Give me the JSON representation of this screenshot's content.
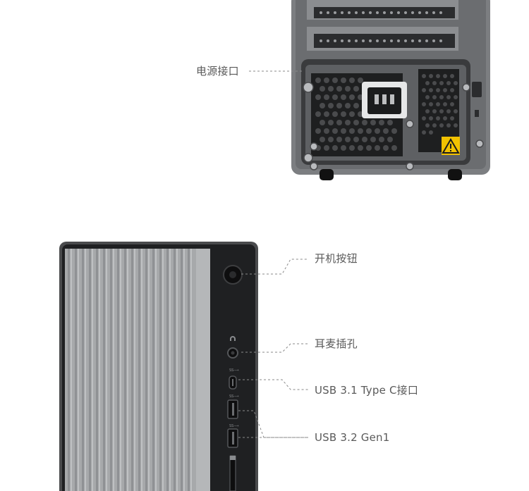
{
  "rear_callouts": {
    "power_port": "电源接口"
  },
  "front_callouts": {
    "power_button": "开机按钮",
    "headset_jack": "耳麦插孔",
    "usb_type_c": "USB 3.1 Type C接口",
    "usb_gen1": "USB 3.2 Gen1"
  },
  "colors": {
    "label_text": "#5a5a5a",
    "leader_line": "#8a8a8a",
    "chassis_dark": "#3a3b3d",
    "chassis_grey": "#7c7e81",
    "front_panel": "#a7a9ab",
    "warning_yellow": "#f2c200"
  },
  "icons": [
    "warning-triangle-icon",
    "power-button-icon",
    "headset-icon",
    "usb-icon"
  ]
}
